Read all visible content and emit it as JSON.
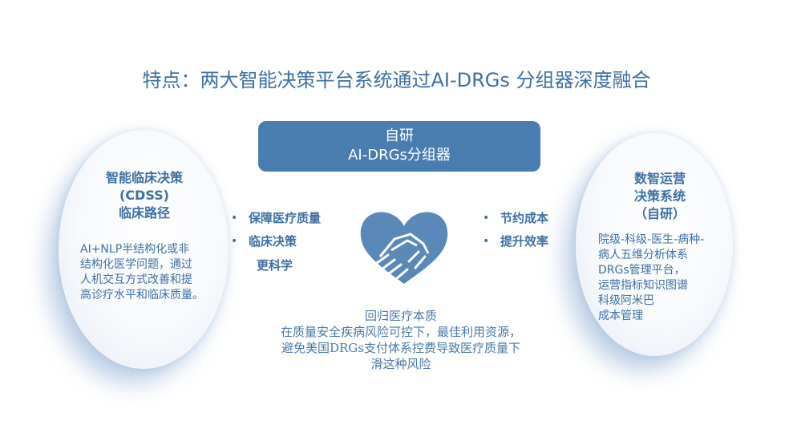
{
  "title": "特点：两大智能决策平台系统通过AI-DRGs 分组器深度融合",
  "center_box": {
    "line1": "自研",
    "line2": "AI-DRGs分组器"
  },
  "left_system": {
    "heading_lines": [
      "智能临床决策",
      "(CDSS)",
      "临床路径"
    ],
    "body_lines": [
      "AI+NLP半结构化或非",
      "结构化医学问题，通过",
      "人机交互方式改善和提",
      "高诊疗水平和临床质量。"
    ]
  },
  "right_system": {
    "heading_lines": [
      "数智运营",
      "决策系统",
      "（自研）"
    ],
    "body_lines": [
      "院级-科级-医生-病种-",
      "病人五维分析体系",
      "DRGs管理平台，",
      "运营指标知识图谱",
      "科级阿米巴",
      "成本管理"
    ]
  },
  "left_benefits": {
    "items": [
      "保障医疗质量",
      "临床决策"
    ],
    "continuation": "更科学",
    "bullet": "•"
  },
  "right_benefits": {
    "items": [
      "节约成本",
      "提升效率"
    ],
    "bullet": "•"
  },
  "center_icon": "handshake-heart-icon",
  "bottom_text": {
    "lines": [
      "回归医疗本质",
      "在质量安全疾病风险可控下，最佳利用资源，",
      "避免美国DRGs支付体系控费导致医疗质量下",
      "滑这种风险"
    ]
  },
  "colors": {
    "primary": "#4a7daf",
    "text": "#3e6fa3",
    "background": "#ffffff"
  }
}
